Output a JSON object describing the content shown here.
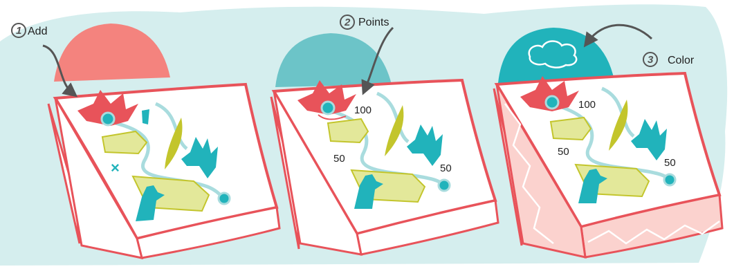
{
  "steps": [
    {
      "number": "1",
      "label": "Add"
    },
    {
      "number": "2",
      "label": "Points"
    },
    {
      "number": "3",
      "label": "Color"
    }
  ],
  "board2_points": [
    "100",
    "50",
    "50"
  ],
  "board3_points": [
    "100",
    "50",
    "50"
  ],
  "colors": {
    "background_blob": "#d5eeee",
    "tray_outline": "#e8535a",
    "dome_coral": "#f4837e",
    "dome_teal_light": "#6cc4c8",
    "dome_teal": "#21b3bb",
    "path": "#a9dcde",
    "island": "#e3e89a",
    "plant": "#c3c52c",
    "creature": "#21b3bb",
    "tray_tint": "#fbd2ce"
  }
}
